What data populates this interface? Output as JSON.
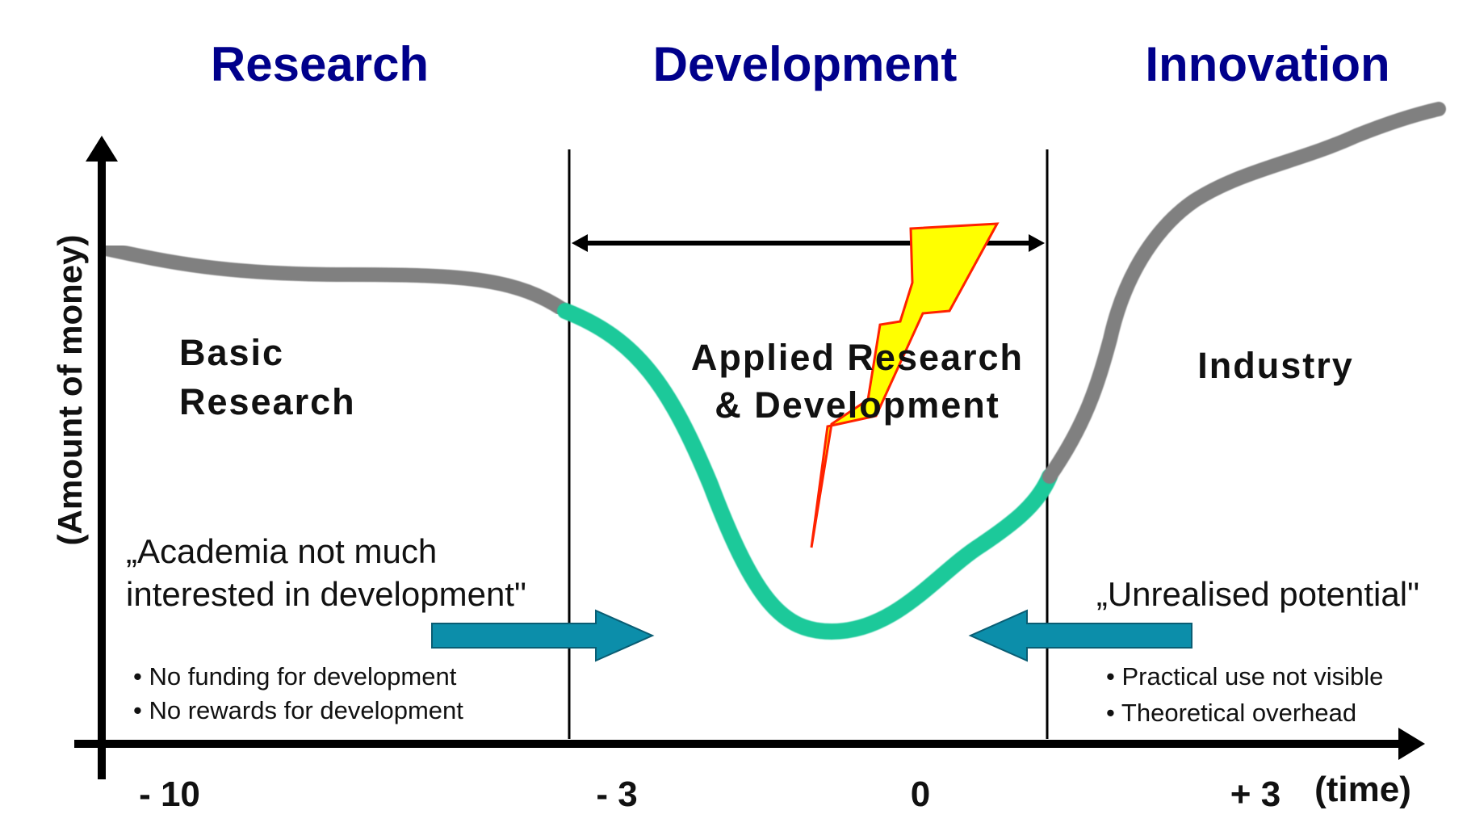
{
  "phases": {
    "research": "Research",
    "development": "Development",
    "innovation": "Innovation"
  },
  "regions": {
    "basic_line1": "Basic",
    "basic_line2": "Research",
    "applied_line1": "Applied Research",
    "applied_line2": "& Development",
    "industry": "Industry"
  },
  "quotes": {
    "academia_line1": "„Academia not much",
    "academia_line2": "interested in development\"",
    "unrealised": "„Unrealised potential\""
  },
  "bullets": {
    "left": [
      "No funding for development",
      "No rewards for development"
    ],
    "right": [
      "Practical use not visible",
      "Theoretical overhead"
    ]
  },
  "axis": {
    "y_label": "(Amount of money)",
    "x_unit": "(time)",
    "ticks": [
      "- 10",
      "- 3",
      "0",
      "+ 3"
    ]
  },
  "colors": {
    "phase_title": "#00008b",
    "curve_gray": "#808080",
    "curve_green": "#1ec99a",
    "arrow_blue": "#0c8eaa",
    "bolt_fill": "#ffff00",
    "bolt_stroke": "#ff2200"
  }
}
